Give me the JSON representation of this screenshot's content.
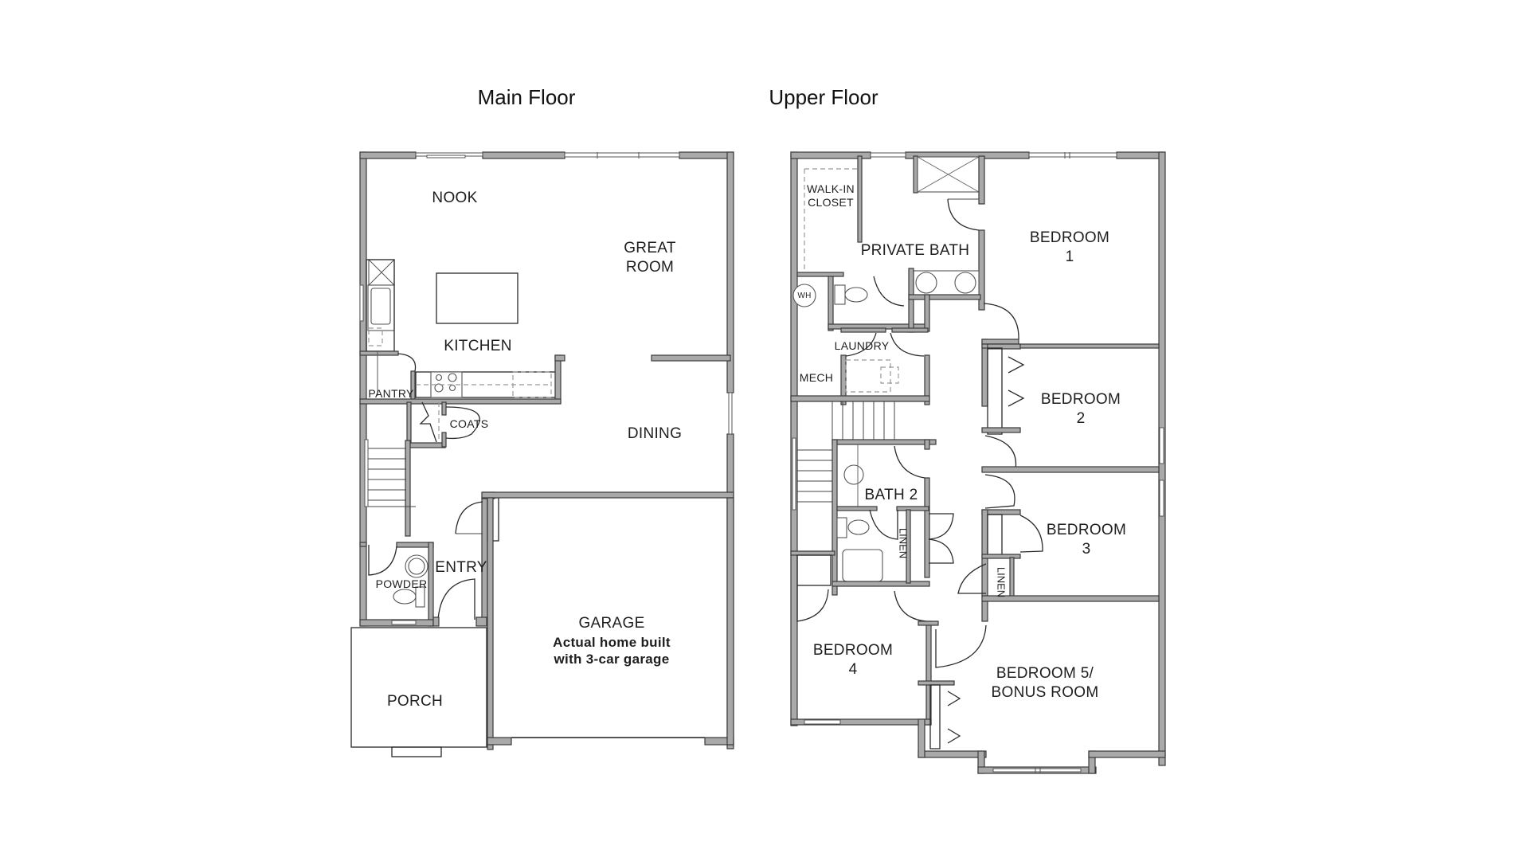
{
  "titles": {
    "main_floor": "Main Floor",
    "upper_floor": "Upper Floor"
  },
  "main_floor": {
    "rooms": {
      "nook": "NOOK",
      "great_room_1": "GREAT",
      "great_room_2": "ROOM",
      "kitchen": "KITCHEN",
      "pantry": "PANTRY",
      "coats": "COATS",
      "dining": "DINING",
      "entry": "ENTRY",
      "powder": "POWDER",
      "porch": "PORCH",
      "garage": "GARAGE",
      "garage_note_1": "Actual home built",
      "garage_note_2": "with 3-car garage"
    }
  },
  "upper_floor": {
    "rooms": {
      "walk_in_closet_1": "WALK-IN",
      "walk_in_closet_2": "CLOSET",
      "private_bath": "PRIVATE BATH",
      "bedroom_1_a": "BEDROOM",
      "bedroom_1_b": "1",
      "wh": "WH",
      "laundry": "LAUNDRY",
      "mech": "MECH",
      "bedroom_2_a": "BEDROOM",
      "bedroom_2_b": "2",
      "bath_2": "BATH 2",
      "linen_1": "LINEN",
      "linen_2": "LINEN",
      "bedroom_3_a": "BEDROOM",
      "bedroom_3_b": "3",
      "bedroom_4_a": "BEDROOM",
      "bedroom_4_b": "4",
      "bedroom_5_a": "BEDROOM 5/",
      "bedroom_5_b": "BONUS ROOM"
    }
  },
  "colors": {
    "wall_fill": "#a9a9a9",
    "wall_stroke": "#3a3a3a",
    "background": "#ffffff",
    "text": "#1e1e1e"
  }
}
